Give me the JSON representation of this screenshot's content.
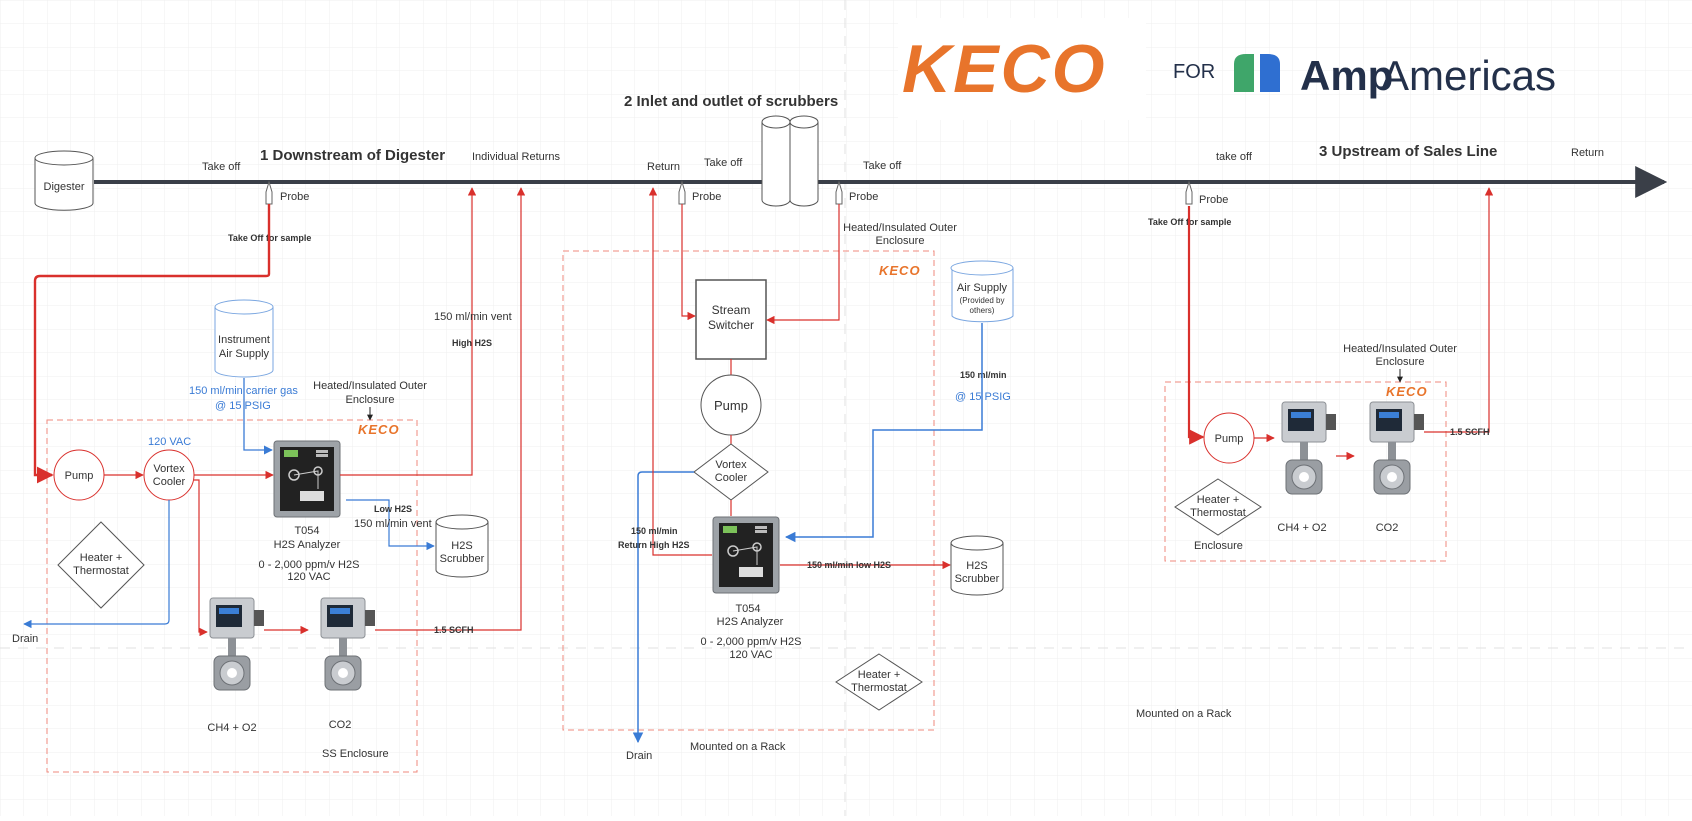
{
  "logo": {
    "brand": "KECO",
    "for": "FOR",
    "partner": "Amp Americas",
    "partner_word1": "Amp",
    "partner_word2": "Americas"
  },
  "colors": {
    "keco_orange": "#e8742b",
    "pipe_red": "#d9302c",
    "line_blue": "#3a7bd5",
    "enclosure_border": "#ef8a7c",
    "main_line": "#3a3f48",
    "amp_navy": "#23304a",
    "amp_green": "#3fa66a",
    "amp_blue": "#2f6fd1"
  },
  "main_line": {
    "digester": "Digester",
    "section1_title": "1 Downstream of Digester",
    "section2_title": "2 Inlet and outlet of scrubbers",
    "section3_title": "3 Upstream of Sales Line",
    "take_off_1": "Take off",
    "individual_returns": "Individual Returns",
    "return_2": "Return",
    "take_off_2": "Take off",
    "take_off_3": "Take off",
    "take_off_4": "take off",
    "return_3": "Return",
    "probe": "Probe"
  },
  "section1": {
    "take_off_sample": "Take Off for sample",
    "instrument_air": [
      "Instrument",
      "Air Supply"
    ],
    "carrier_gas": "150 ml/min carrier gas",
    "psig": "@ 15 PSIG",
    "vac_120": "120 VAC",
    "enclosure_label": [
      "Heated/Insulated Outer",
      "Enclosure"
    ],
    "pump": "Pump",
    "vortex_cooler": [
      "Vortex",
      "Cooler"
    ],
    "heater": [
      "Heater +",
      "Thermostat"
    ],
    "drain": "Drain",
    "analyzer_name": "T054",
    "analyzer_type": "H2S Analyzer",
    "analyzer_range": "0 - 2,000 ppm/v H2S",
    "analyzer_power": "120 VAC",
    "vent_150": "150 ml/min vent",
    "high_h2s": "High H2S",
    "low_h2s": "Low H2S",
    "low_vent": "150 ml/min vent",
    "scrubber": [
      "H2S",
      "Scrubber"
    ],
    "scfh": "1.5 SCFH",
    "ch4_o2": "CH4 + O2",
    "co2": "CO2",
    "ss_enclosure": "SS Enclosure",
    "keco_badge": "KECO"
  },
  "section2": {
    "enclosure_label": [
      "Heated/Insulated Outer",
      "Enclosure"
    ],
    "stream_switcher": [
      "Stream",
      "Switcher"
    ],
    "pump": "Pump",
    "vortex_cooler": [
      "Vortex",
      "Cooler"
    ],
    "air_supply": "Air Supply",
    "air_provided": [
      "(Provided by",
      "others)"
    ],
    "air_flow": "150 ml/min",
    "psig": "@ 15 PSIG",
    "return_flow": "150 ml/min",
    "return_high": "Return High H2S",
    "low_flow": "150 ml/min low H2S",
    "scrubber": [
      "H2S",
      "Scrubber"
    ],
    "analyzer_name": "T054",
    "analyzer_type": "H2S Analyzer",
    "analyzer_range": "0 - 2,000 ppm/v H2S",
    "analyzer_power": "120 VAC",
    "heater": [
      "Heater +",
      "Thermostat"
    ],
    "drain": "Drain",
    "rack": "Mounted on a Rack",
    "keco_badge": "KECO"
  },
  "section3": {
    "take_off_sample": "Take Off for sample",
    "enclosure_label": [
      "Heated/Insulated Outer",
      "Enclosure"
    ],
    "pump": "Pump",
    "heater": [
      "Heater +",
      "Thermostat"
    ],
    "enclosure": "Enclosure",
    "ch4_o2": "CH4 + O2",
    "co2": "CO2",
    "scfh": "1.5 SCFH",
    "rack": "Mounted on a Rack",
    "keco_badge": "KECO"
  }
}
